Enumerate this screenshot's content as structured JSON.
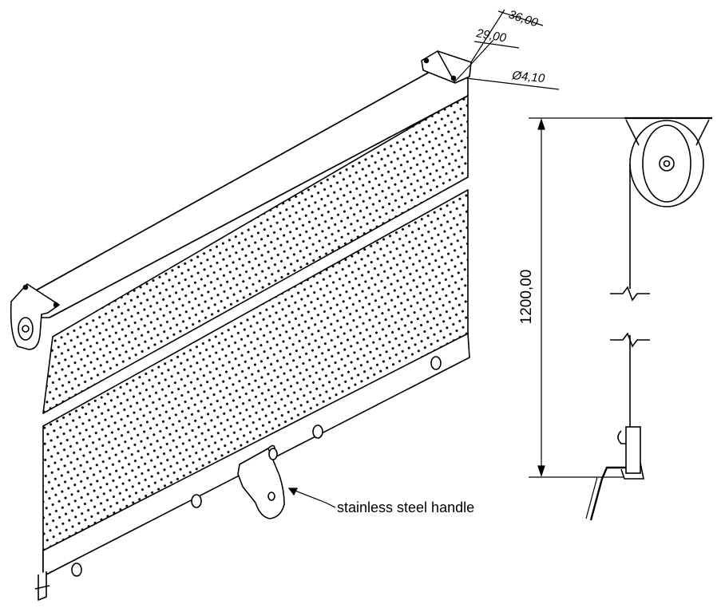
{
  "dimensions": {
    "bracket_width": "36,00",
    "hole_spacing": "29,00",
    "hole_diameter": "Ø4,10",
    "total_height": "1200,00"
  },
  "callouts": {
    "handle": "stainless steel handle"
  }
}
